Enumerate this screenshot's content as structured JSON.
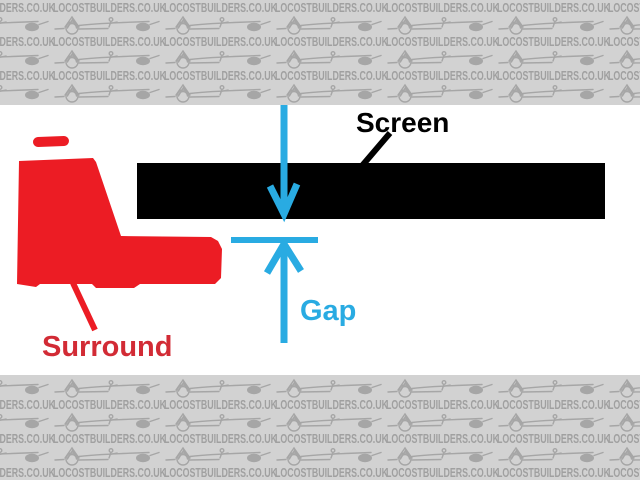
{
  "watermark": {
    "text": "LOCOSTBUILDERS.CO.UK",
    "logo_icon": "locost-car-sketch",
    "colors": {
      "background": "#d2d2d2",
      "foreground": "#a0a0a0"
    }
  },
  "diagram": {
    "labels": {
      "screen": "Screen",
      "gap": "Gap",
      "surround": "Surround"
    },
    "icons": {
      "gap_top": "down-arrow",
      "gap_bottom": "up-arrow"
    },
    "colors": {
      "screen_fill": "#000000",
      "surround_fill": "#ec1c24",
      "surround_text": "#d22b35",
      "gap_accent": "#29abe2",
      "canvas_background": "#ffffff"
    }
  }
}
